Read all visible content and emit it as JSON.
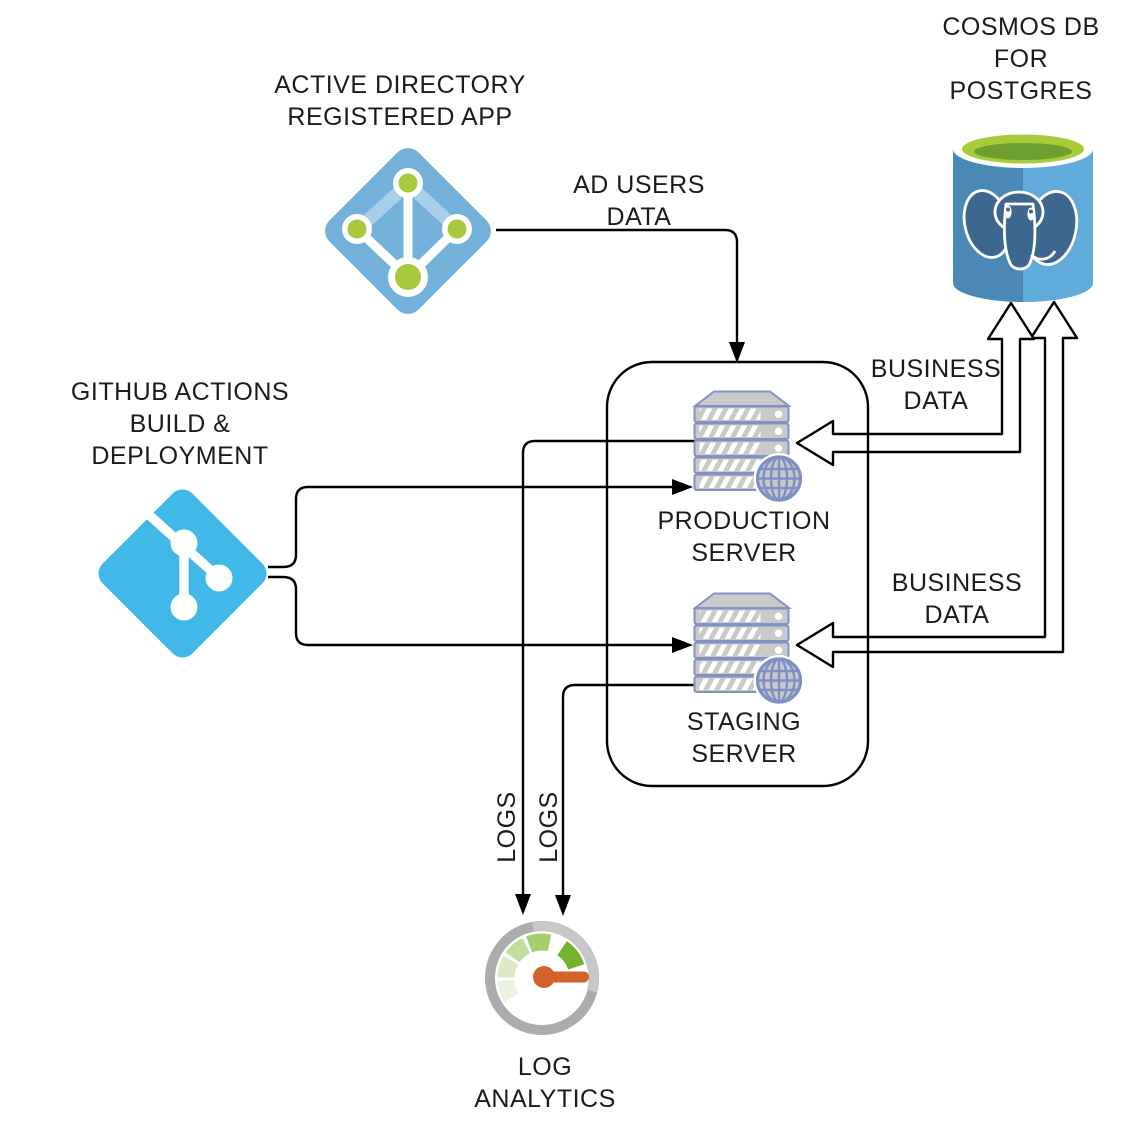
{
  "nodes": {
    "active_directory": {
      "line1": "ACTIVE DIRECTORY",
      "line2": "REGISTERED APP"
    },
    "github_actions": {
      "line1": "GITHUB ACTIONS",
      "line2": "BUILD &",
      "line3": "DEPLOYMENT"
    },
    "cosmos_db": {
      "line1": "COSMOS DB",
      "line2": "FOR",
      "line3": "POSTGRES"
    },
    "production_server": {
      "line1": "PRODUCTION",
      "line2": "SERVER"
    },
    "staging_server": {
      "line1": "STAGING",
      "line2": "SERVER"
    },
    "log_analytics": {
      "line1": "LOG",
      "line2": "ANALYTICS"
    }
  },
  "edges": {
    "ad_users_data": {
      "line1": "AD USERS",
      "line2": "DATA",
      "from": "active_directory",
      "to": "production_server"
    },
    "business_data_production": {
      "line1": "BUSINESS",
      "line2": "DATA",
      "between": [
        "production_server",
        "cosmos_db"
      ]
    },
    "business_data_staging": {
      "line1": "BUSINESS",
      "line2": "DATA",
      "between": [
        "staging_server",
        "cosmos_db"
      ]
    },
    "logs_production": {
      "label": "LOGS",
      "from": "production_server",
      "to": "log_analytics"
    },
    "logs_staging": {
      "label": "LOGS",
      "from": "staging_server",
      "to": "log_analytics"
    },
    "deploy_production": {
      "from": "github_actions",
      "to": "production_server"
    },
    "deploy_staging": {
      "from": "github_actions",
      "to": "staging_server"
    }
  },
  "icons": {
    "active_directory": "azure-ad-app-icon",
    "github_actions": "git-branch-icon",
    "cosmos_db": "postgres-database-cylinder-icon",
    "production_server": "server-stack-globe-icon",
    "staging_server": "server-stack-globe-icon",
    "log_analytics": "gauge-icon"
  },
  "colors": {
    "line": "#000000",
    "text": "#1B1B1B",
    "ad_blue": "#73B1DB",
    "ad_green": "#A8C83D",
    "git_blue": "#41B9E8",
    "cosmos_blue_left": "#4A89B6",
    "cosmos_blue_right": "#61ABDA",
    "cosmos_green": "#A6CC39",
    "cosmos_green_dark": "#6FA02F",
    "postgres_navy": "#3E678F",
    "server_gray": "#C9C9C9",
    "server_border": "#8392C5",
    "globe_border": "#7D8FC3",
    "gauge_ring": "#ACACAC",
    "gauge_ring_light": "#C7C7C7",
    "gauge_green_1": "#EBF2E0",
    "gauge_green_2": "#DCEAC6",
    "gauge_green_3": "#C2DE9C",
    "gauge_green_4": "#A3D06B",
    "gauge_green_5": "#72B32F",
    "gauge_needle": "#D2622B"
  }
}
